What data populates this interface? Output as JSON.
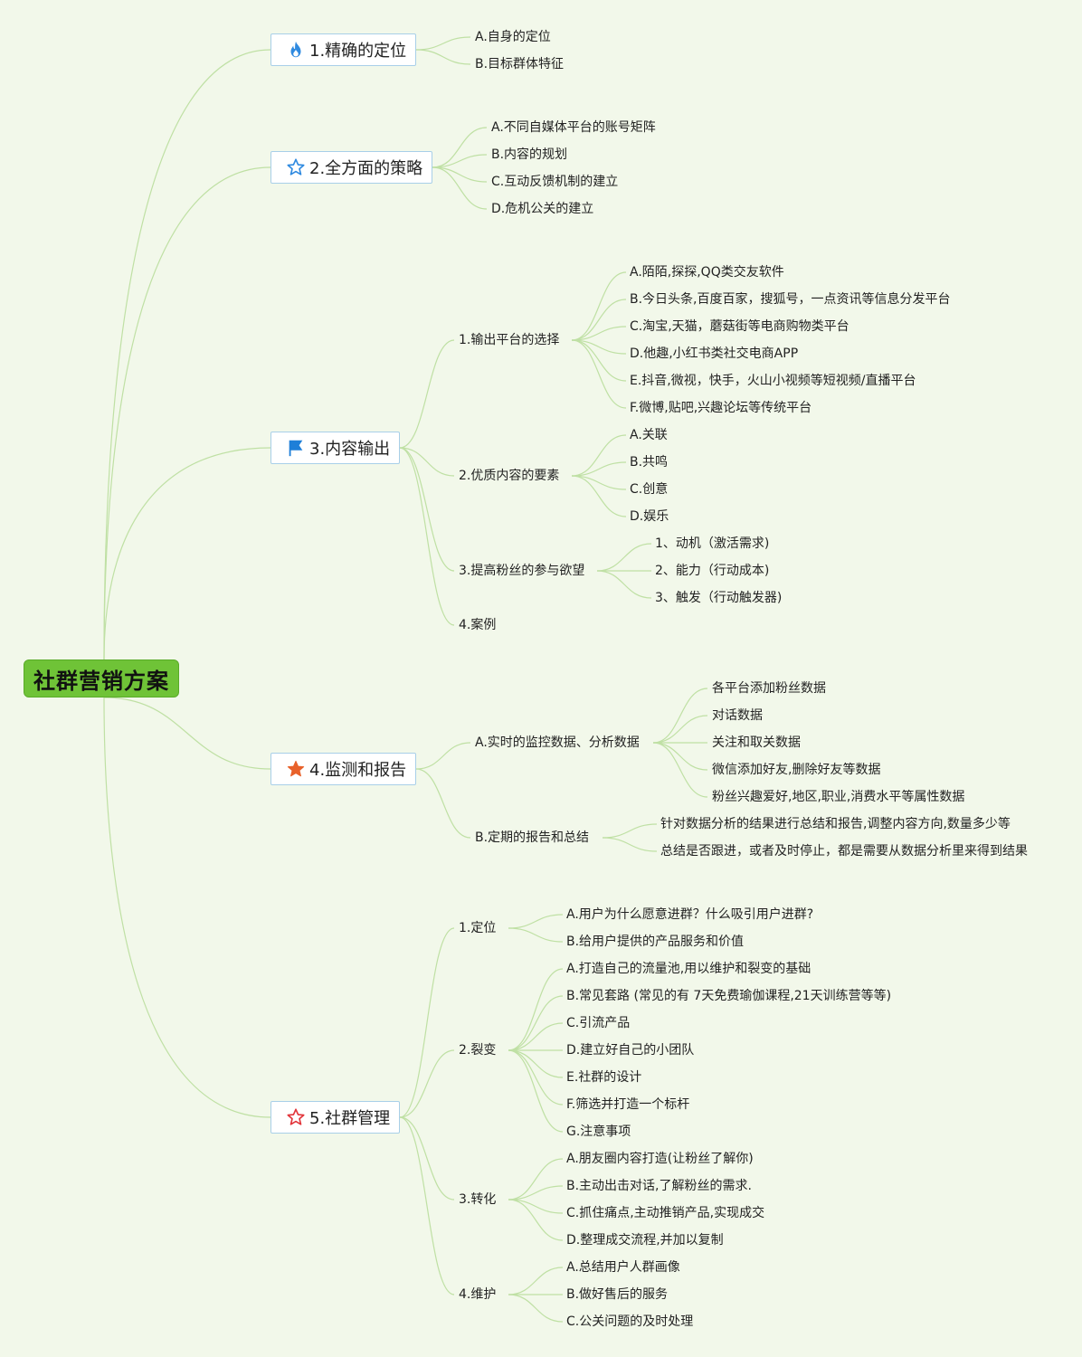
{
  "root": {
    "label": "社群营销方案",
    "color": "#6fc337"
  },
  "branches": [
    {
      "label": "1.精确的定位",
      "icon": "flame-icon",
      "icon_color": "#2f8ae0",
      "children": [
        {
          "label": "A.自身的定位"
        },
        {
          "label": "B.目标群体特征"
        }
      ]
    },
    {
      "label": "2.全方面的策略",
      "icon": "star-outline-icon",
      "icon_color": "#2f8ae0",
      "children": [
        {
          "label": "A.不同自媒体平台的账号矩阵"
        },
        {
          "label": "B.内容的规划"
        },
        {
          "label": "C.互动反馈机制的建立"
        },
        {
          "label": "D.危机公关的建立"
        }
      ]
    },
    {
      "label": "3.内容输出",
      "icon": "flag-icon",
      "icon_color": "#1e7fd8",
      "children": [
        {
          "label": "1.输出平台的选择",
          "children": [
            {
              "label": "A.陌陌,探探,QQ类交友软件"
            },
            {
              "label": "B.今日头条,百度百家，搜狐号，一点资讯等信息分发平台"
            },
            {
              "label": "C.淘宝,天猫，蘑菇街等电商购物类平台"
            },
            {
              "label": "D.他趣,小红书类社交电商APP"
            },
            {
              "label": "E.抖音,微视，快手，火山小视频等短视频/直播平台"
            },
            {
              "label": "F.微博,贴吧,兴趣论坛等传统平台"
            }
          ]
        },
        {
          "label": "2.优质内容的要素",
          "children": [
            {
              "label": "A.关联"
            },
            {
              "label": "B.共鸣"
            },
            {
              "label": "C.创意"
            },
            {
              "label": "D.娱乐"
            }
          ]
        },
        {
          "label": "3.提高粉丝的参与欲望",
          "children": [
            {
              "label": "1、动机（激活需求)"
            },
            {
              "label": "2、能力（行动成本)"
            },
            {
              "label": "3、触发（行动触发器)"
            }
          ]
        },
        {
          "label": "4.案例"
        }
      ]
    },
    {
      "label": "4.监测和报告",
      "icon": "star-filled-icon",
      "icon_color": "#e8612a",
      "children": [
        {
          "label": "A.实时的监控数据、分析数据",
          "children": [
            {
              "label": "各平台添加粉丝数据"
            },
            {
              "label": "对话数据"
            },
            {
              "label": "关注和取关数据"
            },
            {
              "label": "微信添加好友,删除好友等数据"
            },
            {
              "label": "粉丝兴趣爱好,地区,职业,消费水平等属性数据"
            }
          ]
        },
        {
          "label": "B.定期的报告和总结",
          "children": [
            {
              "label": "针对数据分析的结果进行总结和报告,调整内容方向,数量多少等"
            },
            {
              "label": "总结是否跟进，或者及时停止，都是需要从数据分析里来得到结果"
            }
          ]
        }
      ]
    },
    {
      "label": "5.社群管理",
      "icon": "star-outline-icon",
      "icon_color": "#e2343a",
      "children": [
        {
          "label": "1.定位",
          "children": [
            {
              "label": "A.用户为什么愿意进群？什么吸引用户进群?"
            },
            {
              "label": "B.给用户提供的产品服务和价值"
            }
          ]
        },
        {
          "label": "2.裂变",
          "children": [
            {
              "label": "A.打造自己的流量池,用以维护和裂变的基础"
            },
            {
              "label": "B.常见套路 (常见的有 7天免费瑜伽课程,21天训练营等等)"
            },
            {
              "label": "C.引流产品"
            },
            {
              "label": "D.建立好自己的小团队"
            },
            {
              "label": "E.社群的设计"
            },
            {
              "label": "F.筛选并打造一个标杆"
            },
            {
              "label": "G.注意事项"
            }
          ]
        },
        {
          "label": "3.转化",
          "children": [
            {
              "label": "A.朋友圈内容打造(让粉丝了解你)"
            },
            {
              "label": "B.主动出击对话,了解粉丝的需求."
            },
            {
              "label": "C.抓住痛点,主动推销产品,实现成交"
            },
            {
              "label": "D.整理成交流程,并加以复制"
            }
          ]
        },
        {
          "label": "4.维护",
          "children": [
            {
              "label": "A.总结用户人群画像"
            },
            {
              "label": "B.做好售后的服务"
            },
            {
              "label": "C.公关问题的及时处理"
            }
          ]
        }
      ]
    }
  ],
  "line_color": "#bfe0a4"
}
